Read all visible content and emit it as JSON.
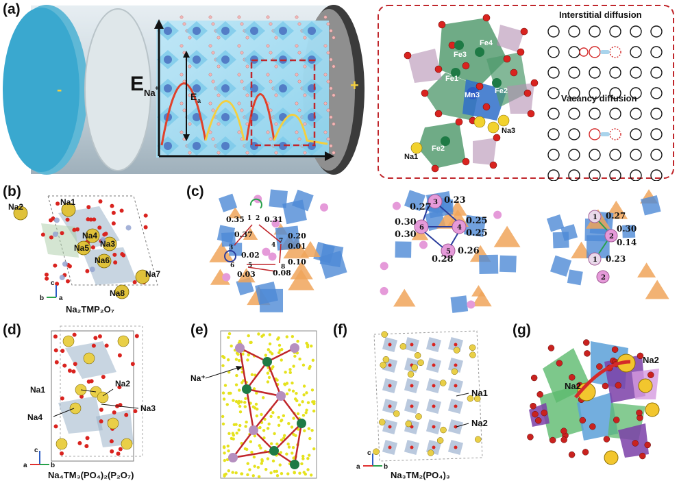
{
  "panels": {
    "a": {
      "label": "(a)"
    },
    "b": {
      "label": "(b)"
    },
    "c": {
      "label": "(c)"
    },
    "d": {
      "label": "(d)"
    },
    "e": {
      "label": "(e)"
    },
    "f": {
      "label": "(f)"
    },
    "g": {
      "label": "(g)"
    }
  },
  "panel_a": {
    "minus": "-",
    "plus": "+",
    "energy_axis": "E",
    "energy_sub": "Na",
    "energy_sup": "+",
    "barrier": "E",
    "barrier_sub": "a",
    "site_labels": [
      "Fe1",
      "Fe2",
      "Fe3",
      "Fe4",
      "Mn3",
      "Fe2",
      "Na1",
      "Na3"
    ],
    "interstitial_title": "Interstitial diffusion",
    "vacancy_title": "Vacancy diffusion"
  },
  "panel_b": {
    "formula": "Na₂TMP₂O₇",
    "sites": [
      "Na1",
      "Na2",
      "Na3",
      "Na4",
      "Na5",
      "Na6",
      "Na7",
      "Na8"
    ],
    "axes": {
      "c": "c",
      "b": "b",
      "a": "a"
    }
  },
  "panel_c": {
    "left_values": [
      "0.35",
      "0.31",
      "0.37",
      "0.20",
      "0.01",
      "0.02",
      "0.10",
      "0.08",
      "0.03"
    ],
    "left_sites": [
      "1",
      "2",
      "3",
      "4",
      "5",
      "6",
      "7",
      "8"
    ],
    "middle_values": [
      "0.27",
      "0.23",
      "0.30",
      "0.25",
      "0.30",
      "0.25",
      "0.28",
      "0.26"
    ],
    "middle_sites": [
      "3",
      "6",
      "4",
      "5"
    ],
    "right_values": [
      "0.27",
      "0.30",
      "0.14",
      "0.23"
    ],
    "right_sites": [
      "1",
      "2",
      "1",
      "2"
    ]
  },
  "panel_d": {
    "formula": "Na₄TM₃(PO₄)₂(P₂O₇)",
    "sites": [
      "Na1",
      "Na2",
      "Na3",
      "Na4"
    ],
    "axes": {
      "c": "c",
      "a": "a",
      "b": "b"
    }
  },
  "panel_e": {
    "ion": "Na⁺"
  },
  "panel_f": {
    "formula": "Na₃TM₂(PO₄)₃",
    "sites": [
      "Na1",
      "Na2"
    ],
    "axes": {
      "c": "c",
      "a": "a",
      "b": "b"
    }
  },
  "panel_g": {
    "sites": [
      "Na2",
      "Na2"
    ]
  }
}
